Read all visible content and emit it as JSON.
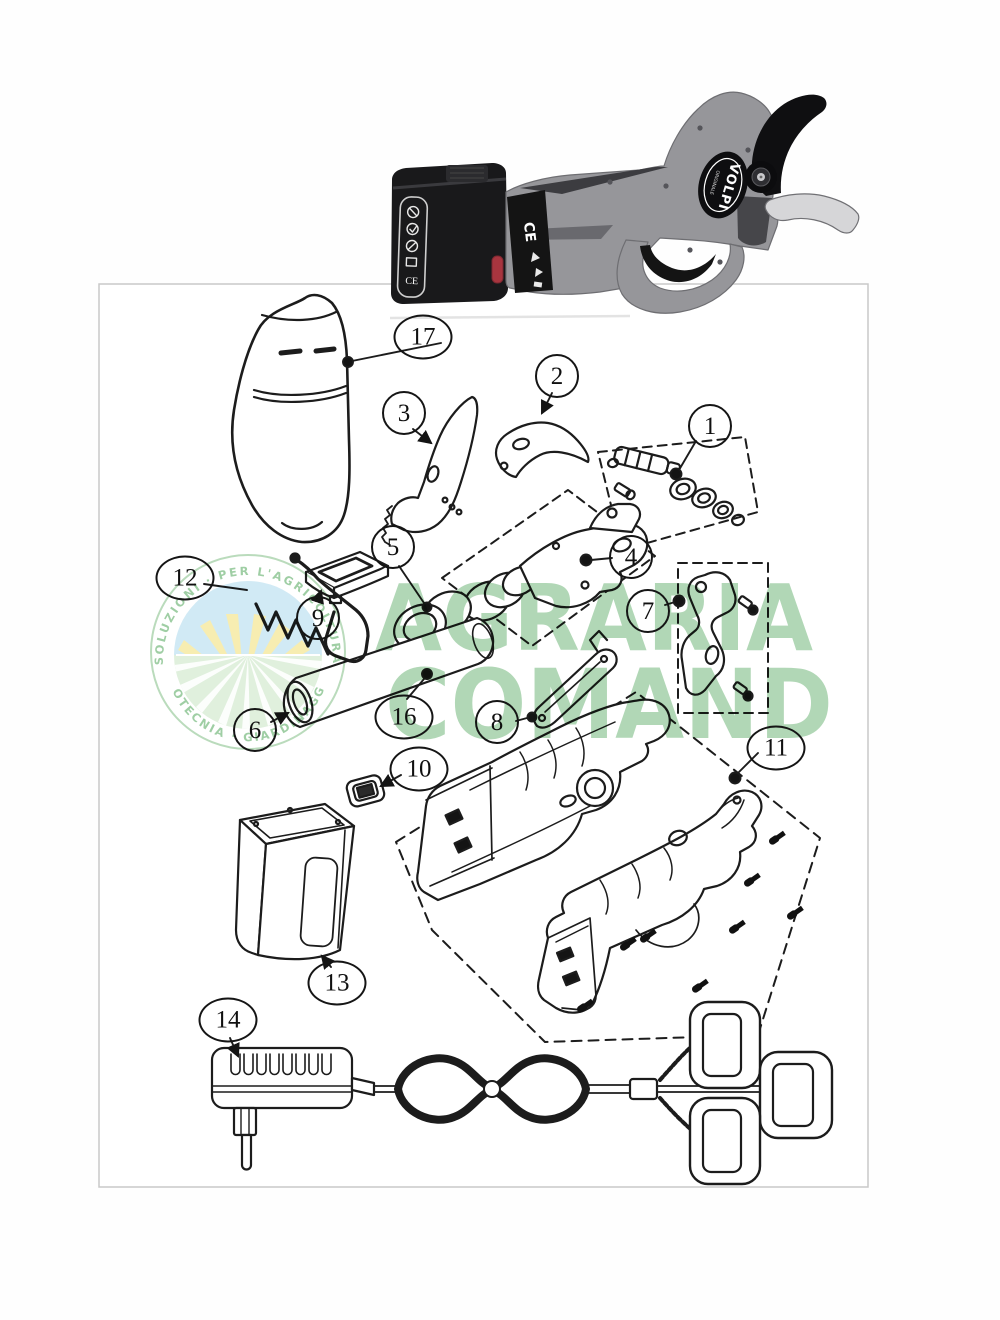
{
  "product_photo": {
    "brand_oval_line1": "ORIGINALE",
    "brand_oval_line2": "VOLPI",
    "body_ce_mark": "CE",
    "battery_label_ce_mark": "CE",
    "body_gray": "#96969a",
    "accent_red": "#a8353f"
  },
  "watermark": {
    "line1": "AGRARIA",
    "line2": "COMAND",
    "color": "#7dbd85",
    "logo_ring_top": "SOLUZIONI · PER L'AGRICOLTURA",
    "logo_ring_bottom": "ZOOTECNIA · GIARDINAGGIO",
    "ring_text_color": "#5fae68",
    "sky_color": "#b3dcee",
    "rays_color": "#f2e27d",
    "field_color": "#cbe6c6"
  },
  "diagram": {
    "callouts": [
      {
        "label": "17"
      },
      {
        "label": "2"
      },
      {
        "label": "3"
      },
      {
        "label": "1"
      },
      {
        "label": "5"
      },
      {
        "label": "4"
      },
      {
        "label": "12"
      },
      {
        "label": "9"
      },
      {
        "label": "7"
      },
      {
        "label": "6"
      },
      {
        "label": "16"
      },
      {
        "label": "8"
      },
      {
        "label": "11"
      },
      {
        "label": "10"
      },
      {
        "label": "13"
      },
      {
        "label": "14"
      }
    ]
  }
}
